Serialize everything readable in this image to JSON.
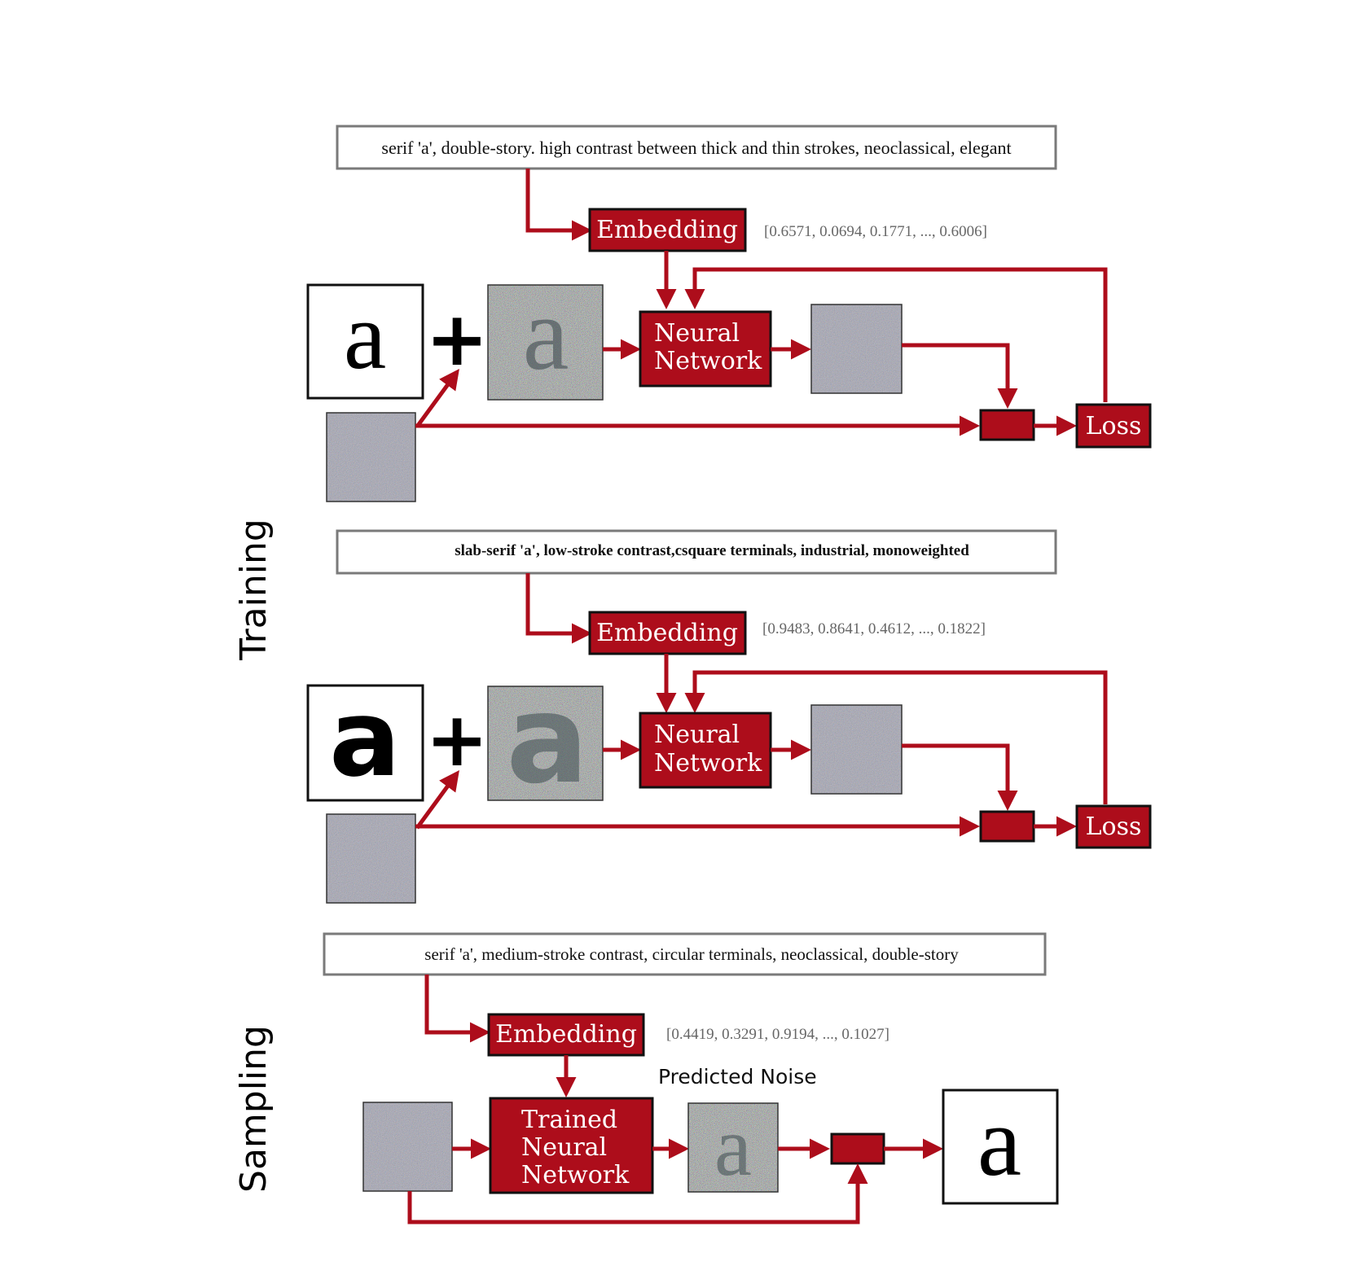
{
  "colors": {
    "accent": "#ad0d1b",
    "box_border": "#111111",
    "prompt_border": "#7a7a7a",
    "noise_base": "#b9b7b9",
    "vector_text": "#666666"
  },
  "sections": {
    "training_label": "Training",
    "sampling_label": "Sampling"
  },
  "training_rows": [
    {
      "prompt": "serif 'a', double-story. high contrast between thick and thin strokes, neoclassical, elegant",
      "embedding_label": "Embedding",
      "embedding_vector": "[0.6571, 0.0694, 0.1771, ..., 0.6006]",
      "network_label_line1": "Neural",
      "network_label_line2": "Network",
      "loss_label": "Loss",
      "plus_symbol": "+",
      "glyph": "a",
      "glyph_style": "serif"
    },
    {
      "prompt": "slab-serif 'a', low-stroke contrast,csquare terminals, industrial, monoweighted",
      "embedding_label": "Embedding",
      "embedding_vector": "[0.9483, 0.8641, 0.4612, ..., 0.1822]",
      "network_label_line1": "Neural",
      "network_label_line2": "Network",
      "loss_label": "Loss",
      "plus_symbol": "+",
      "glyph": "a",
      "glyph_style": "slab-serif"
    }
  ],
  "sampling": {
    "prompt": "serif 'a', medium-stroke contrast, circular terminals, neoclassical, double-story",
    "embedding_label": "Embedding",
    "embedding_vector": "[0.4419, 0.3291, 0.9194, ..., 0.1027]",
    "network_label_line1": "Trained",
    "network_label_line2": "Neural",
    "network_label_line3": "Network",
    "predicted_noise_label": "Predicted Noise",
    "glyph": "a"
  }
}
